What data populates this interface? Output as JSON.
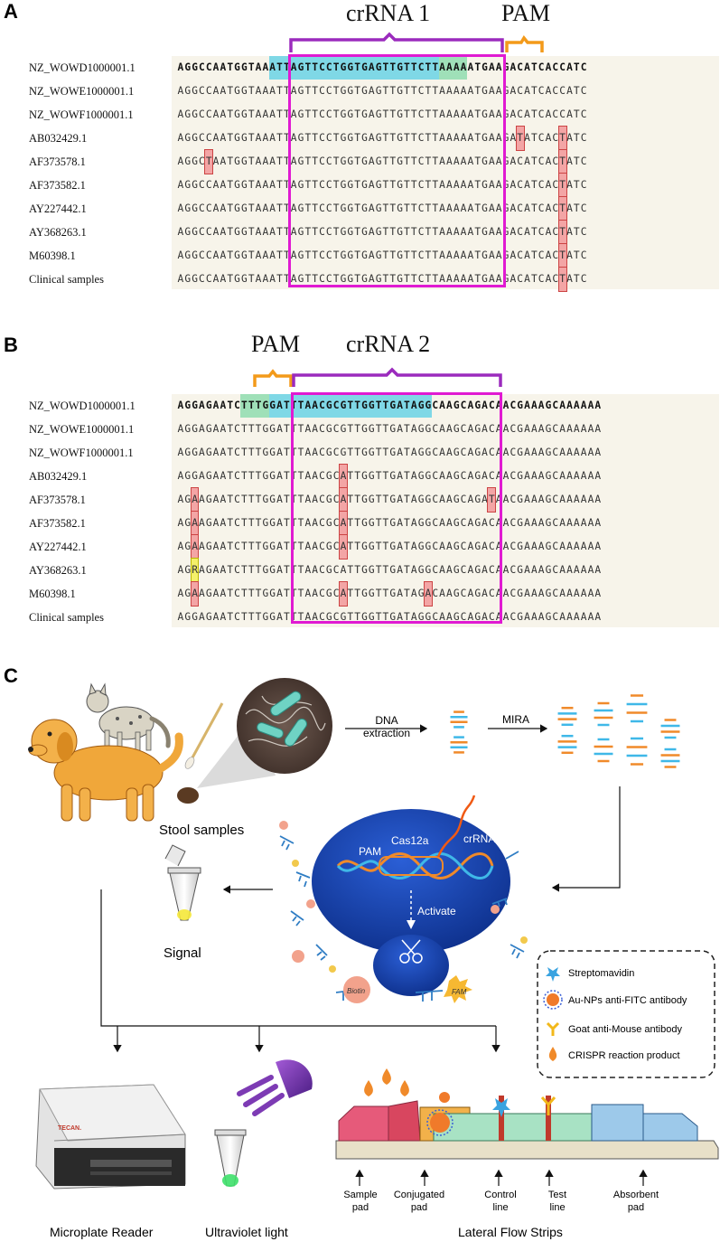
{
  "panels": {
    "a": {
      "label": "A",
      "crrna_label": "crRNA 1",
      "pam_label": "PAM",
      "names": [
        "NZ_WOWD1000001.1",
        "NZ_WOWE1000001.1",
        "NZ_WOWF1000001.1",
        "AB032429.1",
        "AF373578.1",
        "AF373582.1",
        "AY227442.1",
        "AY368263.1",
        "M60398.1",
        "Clinical samples"
      ],
      "sequences": [
        "AGGCCAATGGTAAATTAGTTCCTGGTGAGTTGTTCTTAAAAATGAAGACATCACCATC",
        "AGGCCAATGGTAAATTAGTTCCTGGTGAGTTGTTCTTAAAAATGAAGACATCACCATC",
        "AGGCCAATGGTAAATTAGTTCCTGGTGAGTTGTTCTTAAAAATGAAGACATCACCATC",
        "AGGCCAATGGTAAATTAGTTCCTGGTGAGTTGTTCTTAAAAATGAAGATATCACTATC",
        "AGGCTAATGGTAAATTAGTTCCTGGTGAGTTGTTCTTAAAAATGAAGACATCACTATC",
        "AGGCCAATGGTAAATTAGTTCCTGGTGAGTTGTTCTTAAAAATGAAGACATCACTATC",
        "AGGCCAATGGTAAATTAGTTCCTGGTGAGTTGTTCTTAAAAATGAAGACATCACTATC",
        "AGGCCAATGGTAAATTAGTTCCTGGTGAGTTGTTCTTAAAAATGAAGACATCACTATC",
        "AGGCCAATGGTAAATTAGTTCCTGGTGAGTTGTTCTTAAAAATGAAGACATCACTATC",
        "AGGCCAATGGTAAATTAGTTCCTGGTGAGTTGTTCTTAAAAATGAAGACATCACTATC"
      ],
      "crrna_range": [
        13,
        36
      ],
      "pam_range": [
        37,
        40
      ],
      "mismatches": [
        [
          3,
          48
        ],
        [
          3,
          54
        ],
        [
          4,
          4
        ],
        [
          4,
          54
        ],
        [
          5,
          54
        ],
        [
          6,
          54
        ],
        [
          7,
          54
        ],
        [
          8,
          54
        ],
        [
          9,
          54
        ]
      ]
    },
    "b": {
      "label": "B",
      "crrna_label": "crRNA 2",
      "pam_label": "PAM",
      "names": [
        "NZ_WOWD1000001.1",
        "NZ_WOWE1000001.1",
        "NZ_WOWF1000001.1",
        "AB032429.1",
        "AF373578.1",
        "AF373582.1",
        "AY227442.1",
        "AY368263.1",
        "M60398.1",
        "Clinical samples"
      ],
      "sequences": [
        "AGGAGAATCTTTGGATTTAACGCGTTGGTTGATAGGCAAGCAGACAACGAAAGCAAAAAA",
        "AGGAGAATCTTTGGATTTAACGCGTTGGTTGATAGGCAAGCAGACAACGAAAGCAAAAAA",
        "AGGAGAATCTTTGGATTTAACGCGTTGGTTGATAGGCAAGCAGACAACGAAAGCAAAAAA",
        "AGGAGAATCTTTGGATTTAACGCATTGGTTGATAGGCAAGCAGACAACGAAAGCAAAAAA",
        "AGAAGAATCTTTGGATTTAACGCATTGGTTGATAGGCAAGCAGATAACGAAAGCAAAAAA",
        "AGAAGAATCTTTGGATTTAACGCATTGGTTGATAGGCAAGCAGACAACGAAAGCAAAAAA",
        "AGAAGAATCTTTGGATTTAACGCATTGGTTGATAGGCAAGCAGACAACGAAAGCAAAAAA",
        "AGRAGAATCTTTGGATTTAACGCATTGGTTGATAGGCAAGCAGACAACGAAAGCAAAAAA",
        "AGAAGAATCTTTGGATTTAACGCATTGGTTGATAGACAAGCAGACAACGAAAGCAAAAAA",
        "AGGAGAATCTTTGGATTTAACGCGTTGGTTGATAGGCAAGCAGACAACGAAAGCAAAAAA"
      ],
      "crrna_range": [
        13,
        35
      ],
      "pam_range": [
        9,
        12
      ],
      "mismatches": [
        [
          3,
          23
        ],
        [
          4,
          2
        ],
        [
          4,
          23
        ],
        [
          4,
          44
        ],
        [
          5,
          2
        ],
        [
          5,
          23
        ],
        [
          6,
          2
        ],
        [
          6,
          23
        ],
        [
          8,
          2
        ],
        [
          8,
          23
        ],
        [
          8,
          35
        ]
      ],
      "ambiguous": [
        [
          7,
          2
        ]
      ]
    },
    "c": {
      "label": "C",
      "stool_samples": "Stool samples",
      "dna_extraction_1": "DNA",
      "dna_extraction_2": "extraction",
      "mira": "MIRA",
      "cas12a": "Cas12a",
      "crrna": "crRNA",
      "pam": "PAM",
      "activate": "Activate",
      "signal": "Signal",
      "biotin": "Biotin",
      "fam": "FAM",
      "legend": [
        {
          "label": "Streptomavidin",
          "icon": "streptavidin-icon"
        },
        {
          "label": "Au-NPs anti-FITC antibody",
          "icon": "au-np-icon"
        },
        {
          "label": "Goat anti-Mouse antibody",
          "icon": "goat-antibody-icon"
        },
        {
          "label": "CRISPR reaction product",
          "icon": "droplet-icon"
        }
      ],
      "reader_brand": "TECAN.",
      "strip_labels": [
        {
          "l1": "Sample",
          "l2": "pad"
        },
        {
          "l1": "Conjugated",
          "l2": "pad"
        },
        {
          "l1": "Control",
          "l2": "line"
        },
        {
          "l1": "Test",
          "l2": "line"
        },
        {
          "l1": "Absorbent",
          "l2": "pad"
        }
      ],
      "bottom_labels": {
        "reader": "Microplate Reader",
        "uv": "Ultraviolet light",
        "strips": "Lateral Flow Strips"
      }
    }
  },
  "colors": {
    "crrna_bracket": "#9b2bbd",
    "pam_bracket": "#f39a1a",
    "box": "#e01ad2",
    "cyan": "#7fd8e6",
    "green": "#9fe0b8",
    "mismatch": "#f3a5a5",
    "ambiguous": "#f4f06a"
  }
}
